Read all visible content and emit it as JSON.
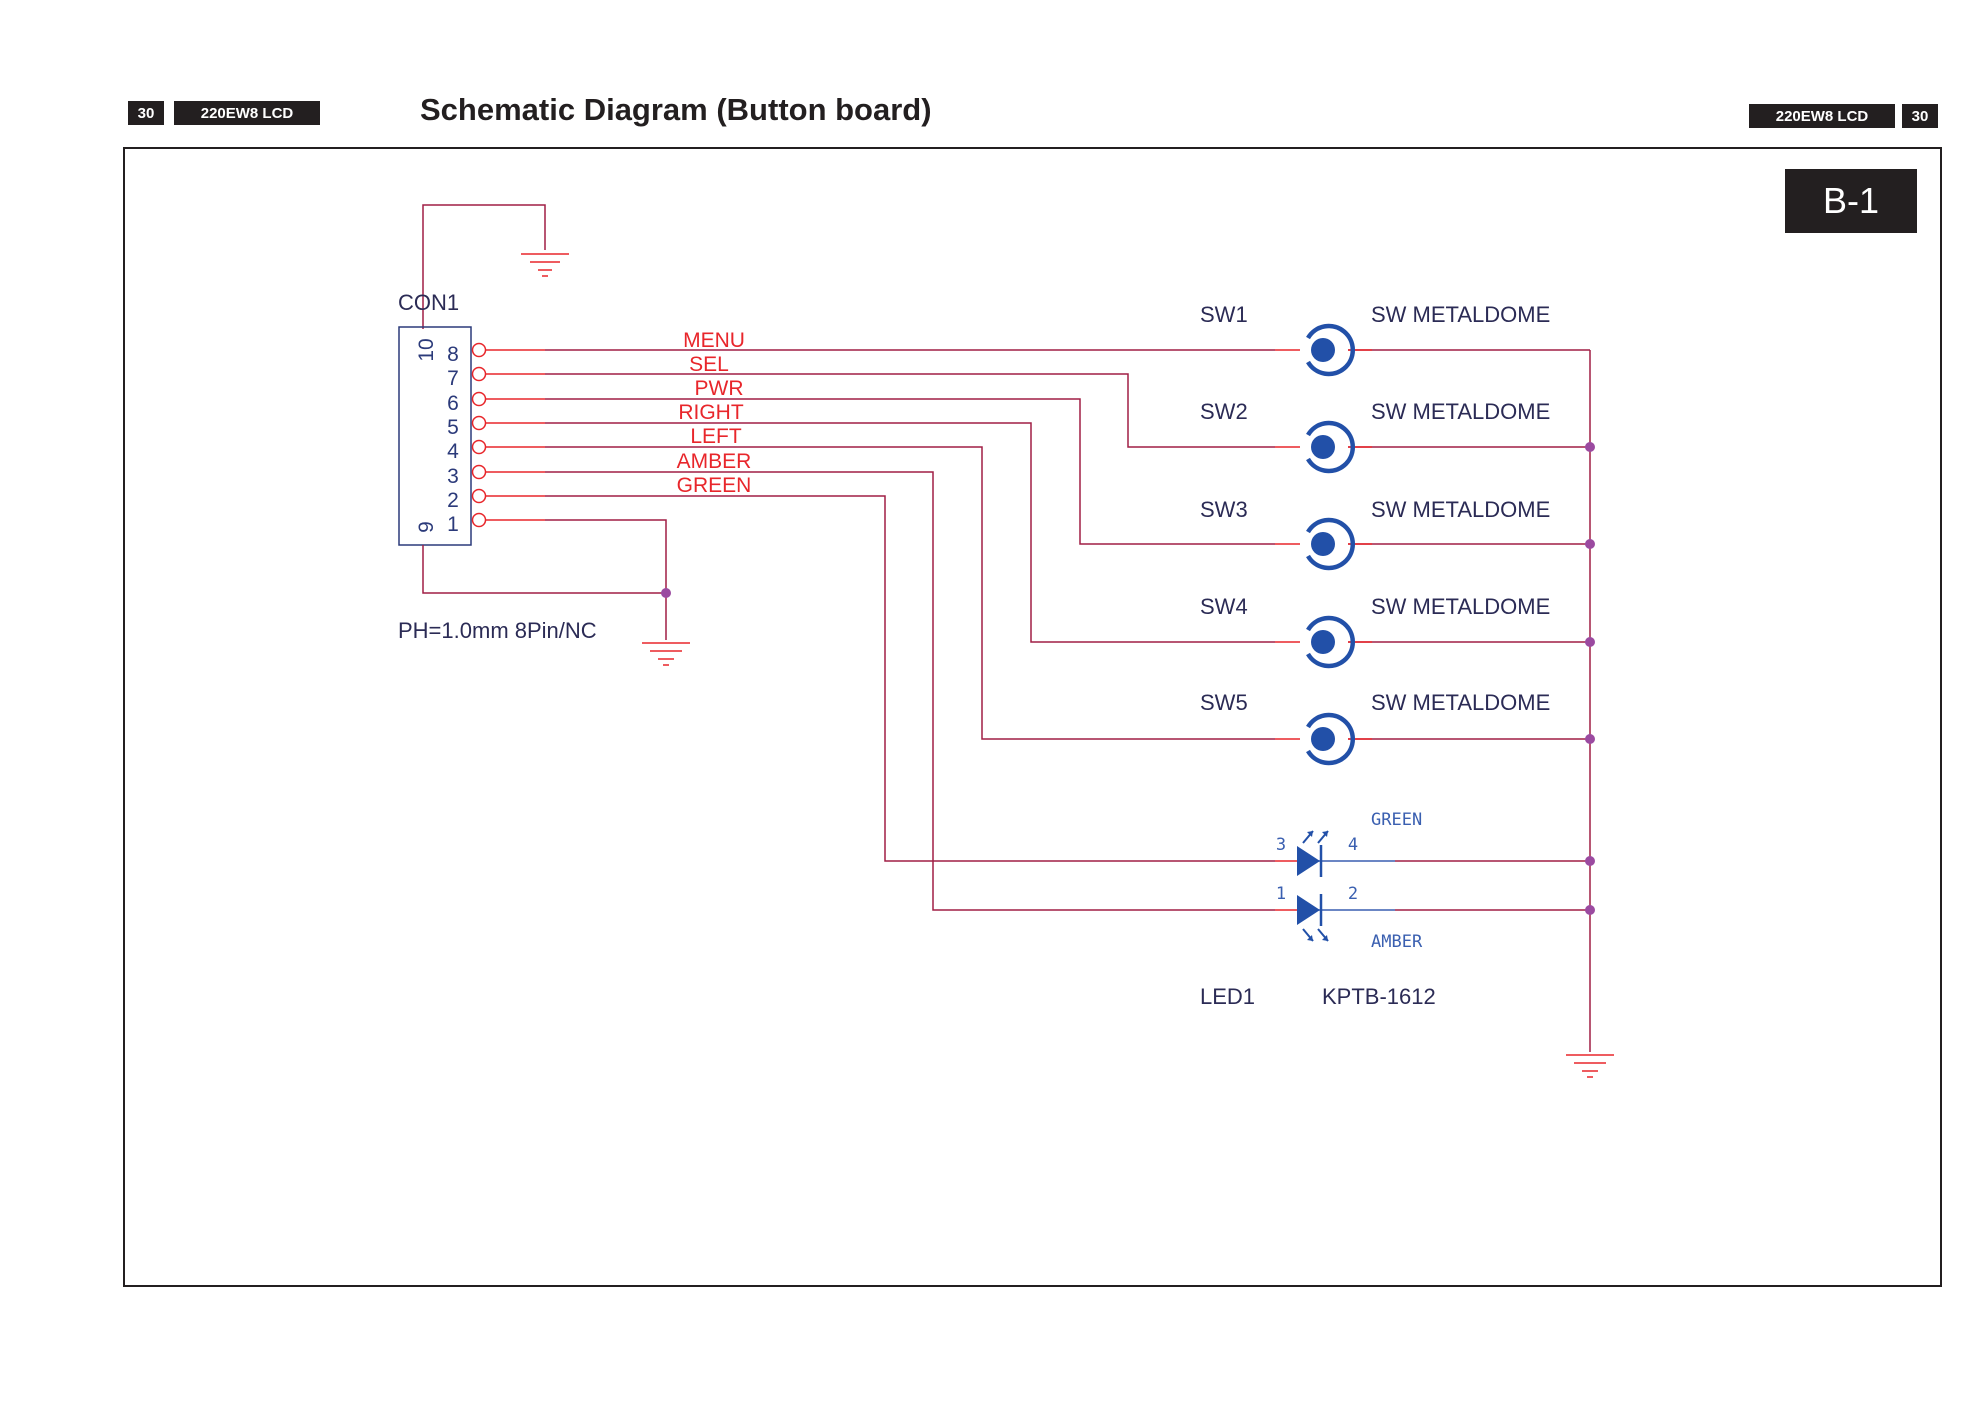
{
  "header": {
    "page_number_left": "30",
    "model_left": "220EW8 LCD",
    "title": "Schematic Diagram (Button board)",
    "model_right": "220EW8 LCD",
    "page_number_right": "30"
  },
  "sheet_code": "B-1",
  "connector": {
    "ref": "CON1",
    "description": "PH=1.0mm 8Pin/NC",
    "mount_pin_top": "10",
    "mount_pin_bottom": "9",
    "pins": [
      {
        "number": "8",
        "net": "MENU"
      },
      {
        "number": "7",
        "net": "SEL"
      },
      {
        "number": "6",
        "net": "PWR"
      },
      {
        "number": "5",
        "net": "RIGHT"
      },
      {
        "number": "4",
        "net": "LEFT"
      },
      {
        "number": "3",
        "net": "AMBER"
      },
      {
        "number": "2",
        "net": "GREEN"
      },
      {
        "number": "1",
        "net": ""
      }
    ]
  },
  "switches": [
    {
      "ref": "SW1",
      "type": "SW METALDOME"
    },
    {
      "ref": "SW2",
      "type": "SW METALDOME"
    },
    {
      "ref": "SW3",
      "type": "SW METALDOME"
    },
    {
      "ref": "SW4",
      "type": "SW METALDOME"
    },
    {
      "ref": "SW5",
      "type": "SW METALDOME"
    }
  ],
  "led": {
    "ref": "LED1",
    "part": "KPTB-1612",
    "green_label": "GREEN",
    "amber_label": "AMBER",
    "green_pins": [
      "3",
      "4"
    ],
    "amber_pins": [
      "1",
      "2"
    ]
  },
  "colors": {
    "wire": "#a01f45",
    "label_red": "#e8262b",
    "component_blue": "#2250a8",
    "junction": "#9b4aa0",
    "text_dark": "#2b2b55",
    "header_bg": "#231f20"
  }
}
